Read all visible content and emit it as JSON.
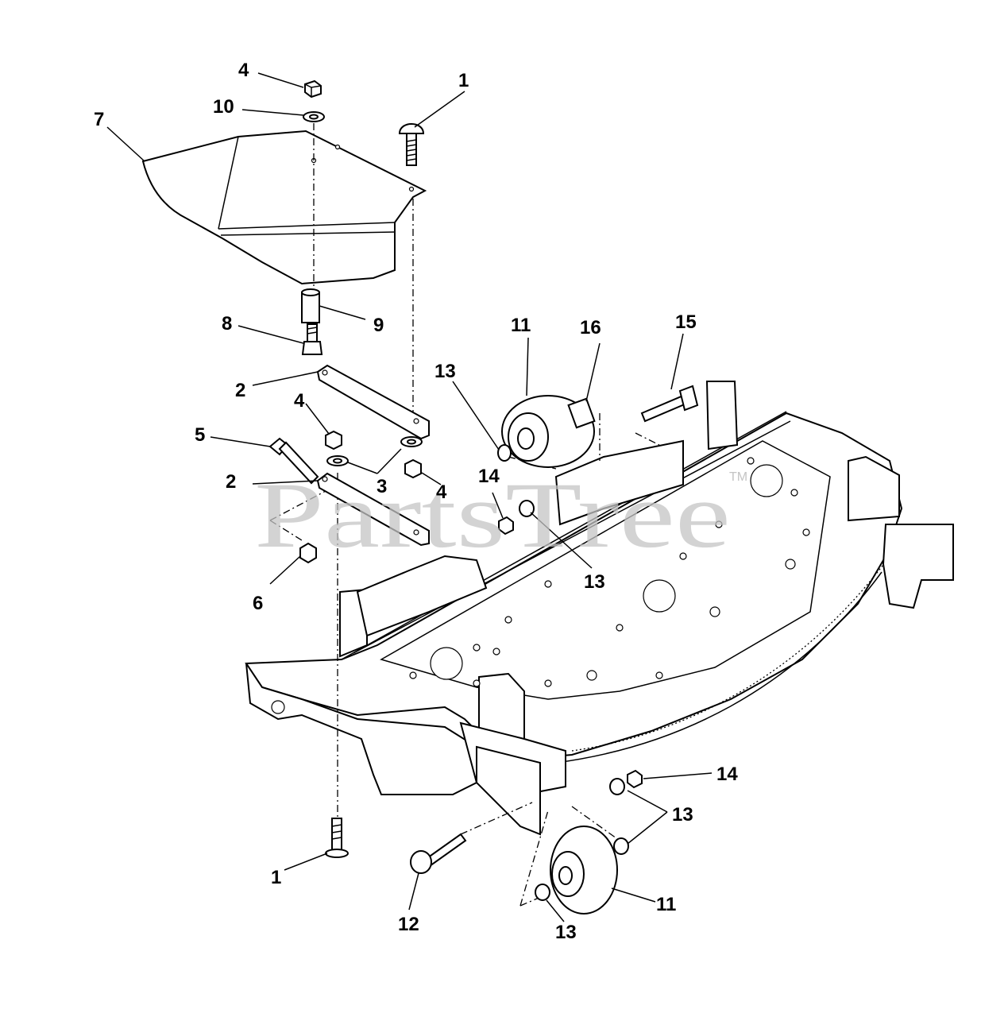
{
  "watermark": {
    "text": "PartsTree",
    "trademark": "TM"
  },
  "callouts": [
    {
      "id": "c1a",
      "text": "1"
    },
    {
      "id": "c1b",
      "text": "1"
    },
    {
      "id": "c2a",
      "text": "2"
    },
    {
      "id": "c2b",
      "text": "2"
    },
    {
      "id": "c3",
      "text": "3"
    },
    {
      "id": "c4a",
      "text": "4"
    },
    {
      "id": "c4b",
      "text": "4"
    },
    {
      "id": "c4c",
      "text": "4"
    },
    {
      "id": "c5",
      "text": "5"
    },
    {
      "id": "c6",
      "text": "6"
    },
    {
      "id": "c7",
      "text": "7"
    },
    {
      "id": "c8",
      "text": "8"
    },
    {
      "id": "c9",
      "text": "9"
    },
    {
      "id": "c10",
      "text": "10"
    },
    {
      "id": "c11a",
      "text": "11"
    },
    {
      "id": "c11b",
      "text": "11"
    },
    {
      "id": "c12",
      "text": "12"
    },
    {
      "id": "c13a",
      "text": "13"
    },
    {
      "id": "c13b",
      "text": "13"
    },
    {
      "id": "c13c",
      "text": "13"
    },
    {
      "id": "c13d",
      "text": "13"
    },
    {
      "id": "c14a",
      "text": "14"
    },
    {
      "id": "c14b",
      "text": "14"
    },
    {
      "id": "c15",
      "text": "15"
    },
    {
      "id": "c16",
      "text": "16"
    }
  ]
}
